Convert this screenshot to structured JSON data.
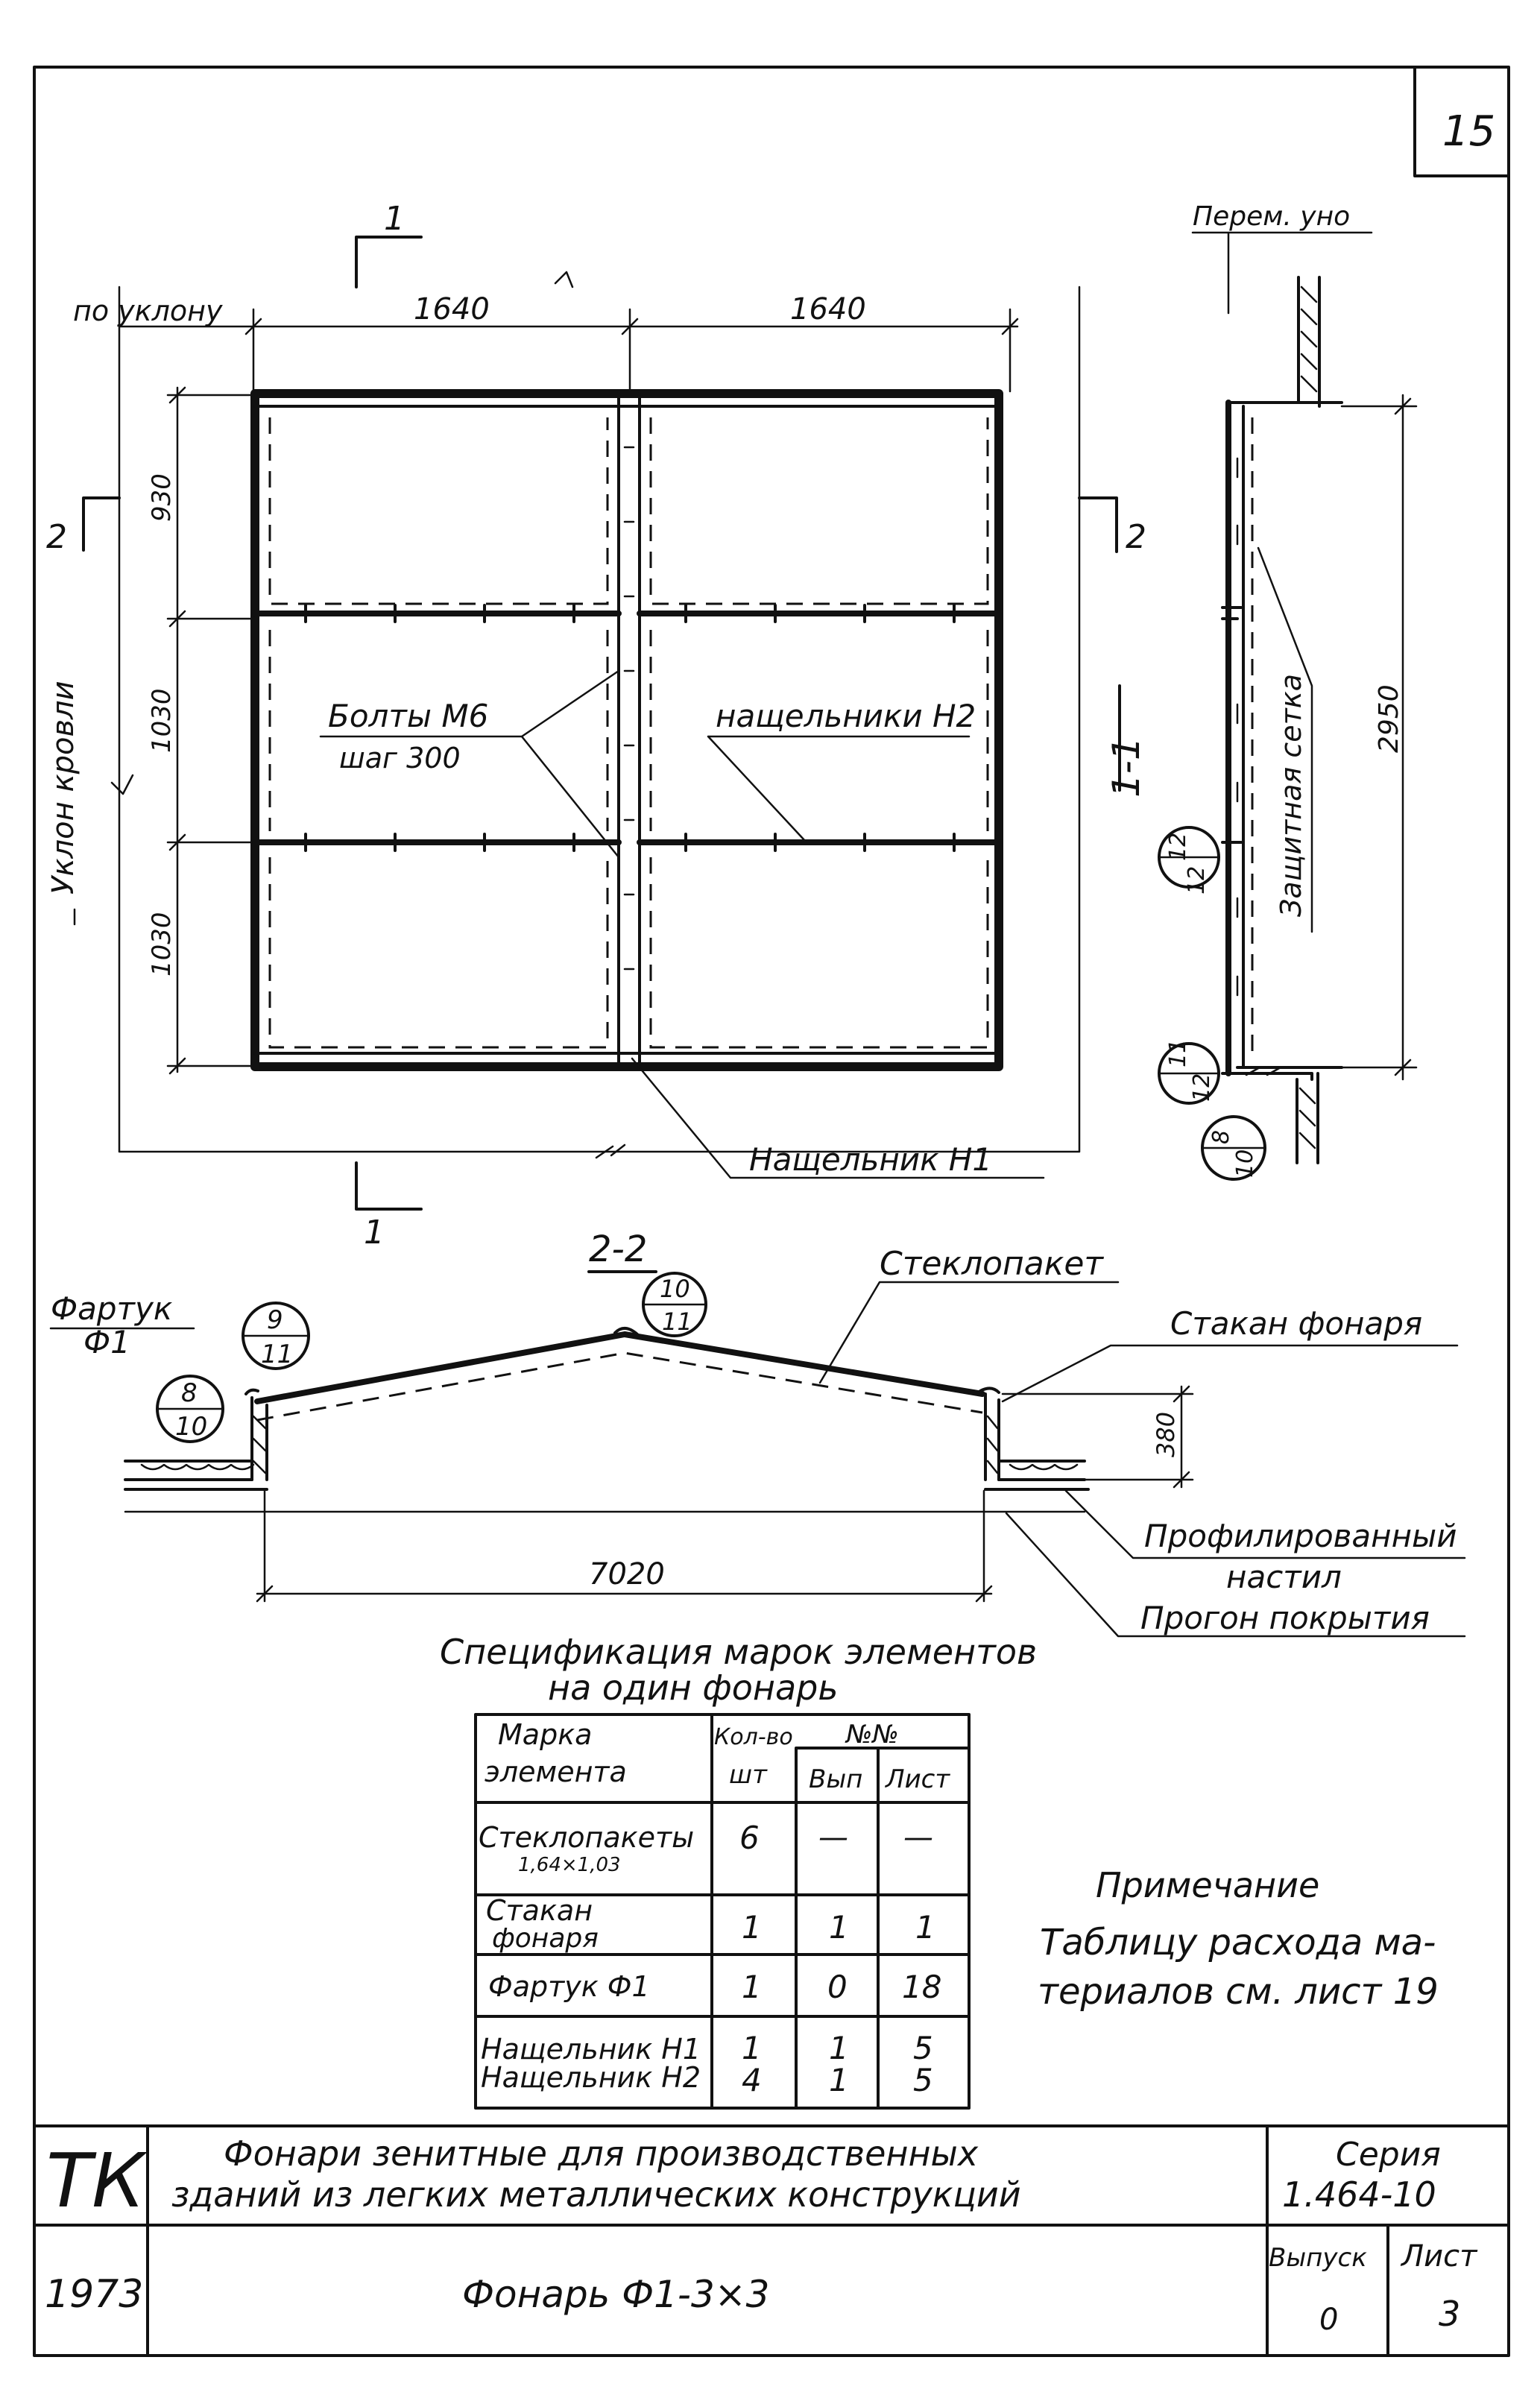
{
  "sheet_number": "15",
  "plan": {
    "section_mark_top": "1",
    "section_mark_bottom": "1",
    "section_mark_left": "2",
    "section_mark_right": "2",
    "slope_top_label": "по уклону",
    "dim_width_left": "1640",
    "dim_width_right": "1640",
    "dim_row_1": "930",
    "dim_row_2": "1030",
    "dim_row_3": "1030",
    "roof_slope_label": "Уклон кровли",
    "bolts_label_line1": "Болты М6",
    "bolts_label_line2": "шаг 300",
    "nashchelnik_h2_label": "нащельники Н2",
    "nashchelnik_h1_label": "Нащельник Н1"
  },
  "section_1_1": {
    "title": "1-1",
    "variable_label": "Перем. уно",
    "height_dim": "2950",
    "mesh_label": "Защитная сетка",
    "ref_a_num": "12",
    "ref_a_den": "12",
    "ref_b_num": "11",
    "ref_b_den": "12",
    "ref_c_num": "8",
    "ref_c_den": "10"
  },
  "section_2_2": {
    "title": "2-2",
    "glass_unit_label": "Стеклопакет",
    "ref_top_num": "10",
    "ref_top_den": "11",
    "apron_label_line1": "Фартук",
    "apron_label_line2": "Ф1",
    "ref_apron_num": "9",
    "ref_apron_den": "11",
    "ref_left_num": "8",
    "ref_left_den": "10",
    "curb_label": "Стакан фонаря",
    "height_dim": "380",
    "width_dim": "7020",
    "deck_label_line1": "Профилированный",
    "deck_label_line2": "настил",
    "purlin_label": "Прогон покрытия"
  },
  "spec": {
    "title_line1": "Спецификация марок элементов",
    "title_line2": "на один фонарь",
    "header_mark_line1": "Марка",
    "header_mark_line2": "элемента",
    "header_qty_line1": "Кол-во",
    "header_qty_line2": "шт",
    "header_nos": "№№",
    "header_issue": "Вып",
    "header_sheet": "Лист",
    "rows": [
      {
        "mark_line1": "Стеклопакеты",
        "mark_line2": "1,64×1,03",
        "qty": "6",
        "issue": "—",
        "sheet": "—"
      },
      {
        "mark_line1": "Стакан",
        "mark_line2": "фонаря",
        "qty": "1",
        "issue": "1",
        "sheet": "1"
      },
      {
        "mark_line1": "Фартук Ф1",
        "mark_line2": "",
        "qty": "1",
        "issue": "0",
        "sheet": "18"
      },
      {
        "mark_line1": "Нащельник Н1",
        "mark_line2": "",
        "qty": "1",
        "issue": "1",
        "sheet": "5"
      },
      {
        "mark_line1": "Нащельник Н2",
        "mark_line2": "",
        "qty": "4",
        "issue": "1",
        "sheet": "5"
      }
    ]
  },
  "note": {
    "title": "Примечание",
    "line1": "Таблицу расхода ма-",
    "line2": "териалов см. лист 19"
  },
  "title_block": {
    "org": "ТК",
    "project_line1": "Фонари зенитные для производственных",
    "project_line2": "зданий из легких металлических конструкций",
    "series_label": "Серия",
    "series_value": "1.464-10",
    "year": "1973",
    "drawing_title": "Фонарь Ф1-3×3",
    "issue_label": "Выпуск",
    "issue_value": "0",
    "sheet_label": "Лист",
    "sheet_value": "3"
  }
}
